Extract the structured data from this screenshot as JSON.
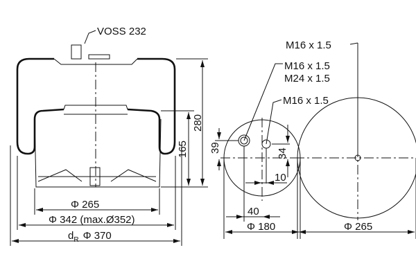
{
  "labels": {
    "valve": "VOSS 232",
    "height_total": "280",
    "height_piston": "165",
    "dia_piston": "Φ 265",
    "dia_bellows": "Φ 342 (max.Ø352)",
    "dia_roll_prefix": "d",
    "dia_roll_sub": "R",
    "dia_roll": "Φ 370",
    "top_d1": "39",
    "top_d2": "34",
    "top_d3": "10",
    "top_d4": "40",
    "top_dia": "Φ 180",
    "bottom_dia": "Φ 265",
    "thread1": "M16 x 1.5",
    "thread2a": "M16 x 1.5",
    "thread2b": "M24 x 1.5",
    "thread3": "M16 x 1.5"
  }
}
